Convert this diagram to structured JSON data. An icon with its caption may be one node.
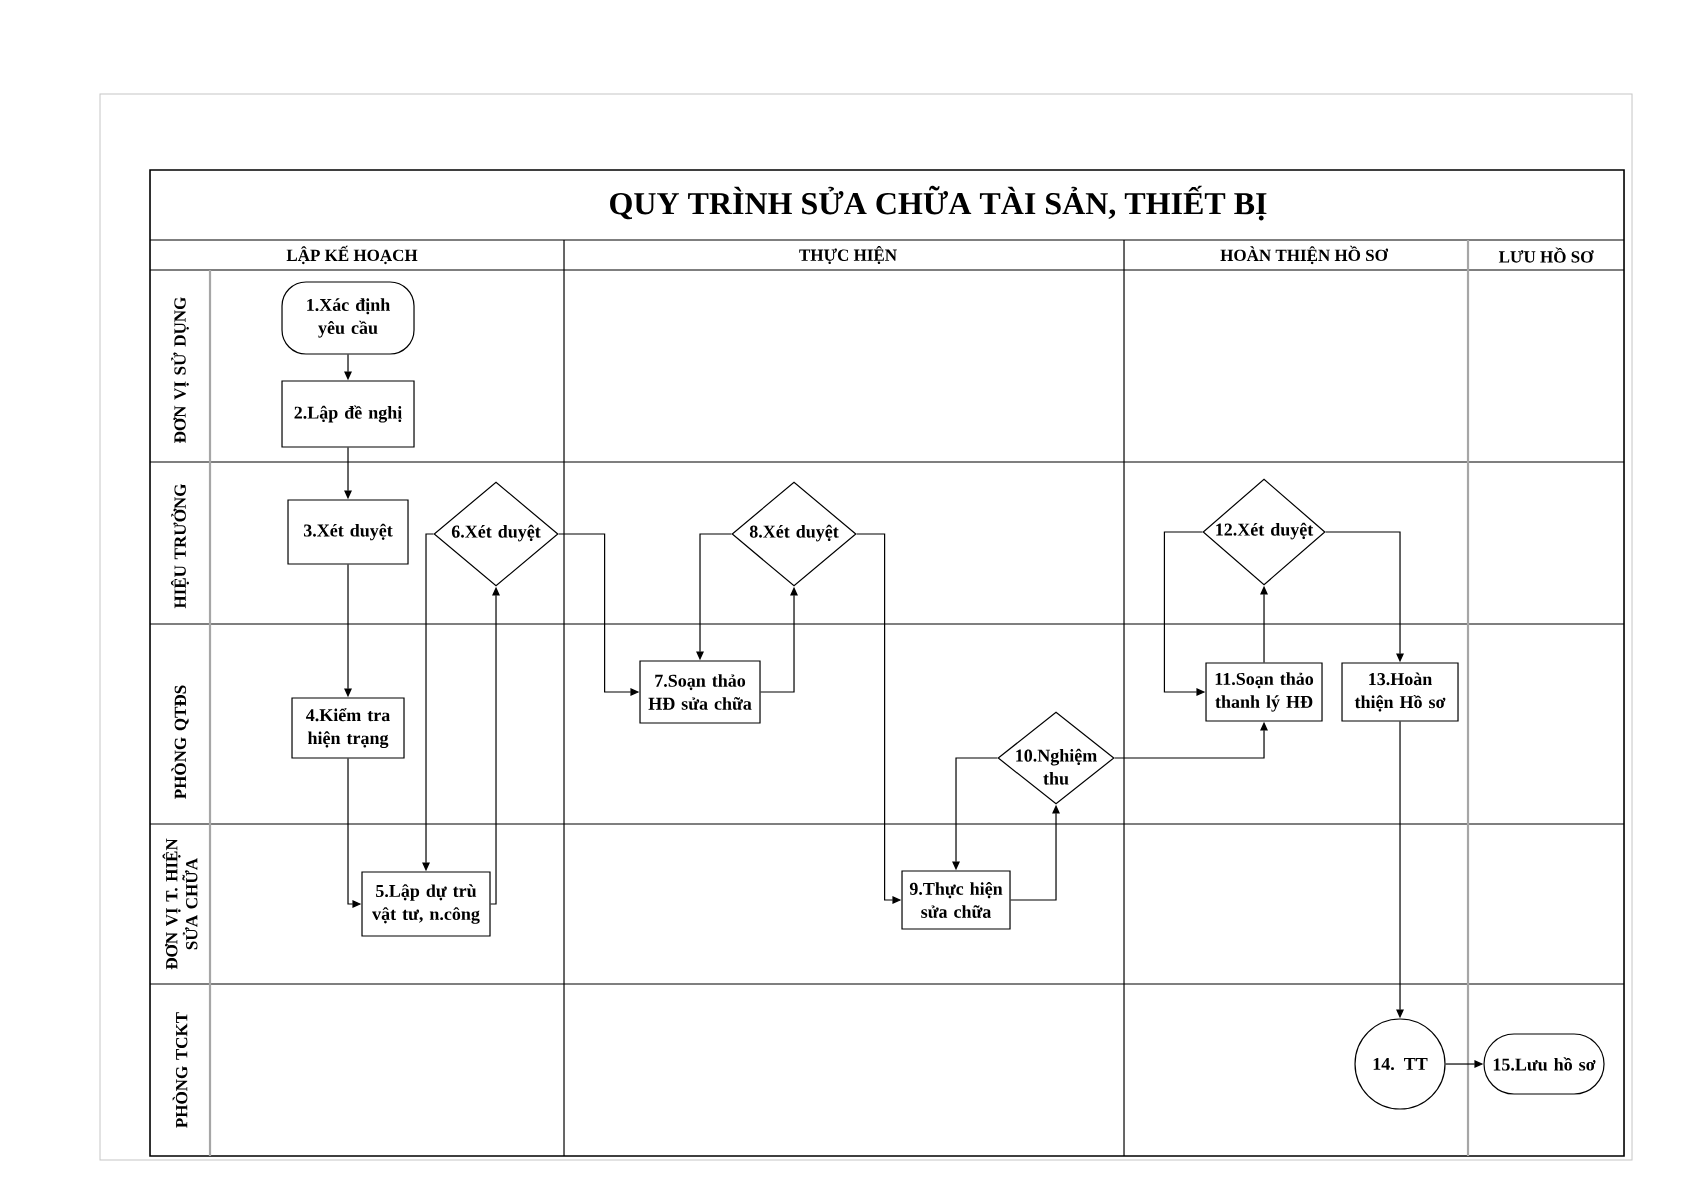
{
  "diagram": {
    "title": "QUY TRÌNH SỬA CHỮA TÀI SẢN, THIẾT BỊ",
    "nodes": [
      {
        "text": [
          "1.Xác định yêu cầu"
        ]
      },
      {
        "text": [
          "2.Lập đề nghị"
        ]
      },
      {
        "text": [
          "3.Xét duyệt"
        ]
      },
      {
        "text": [
          "6.Xét duyệt"
        ]
      },
      {
        "text": [
          "8.Xét duyệt"
        ]
      },
      {
        "text": [
          "12.Xét duyệt"
        ]
      },
      {
        "text": [
          "4.Kiểm tra hiện trạng"
        ]
      },
      {
        "text": [
          "7.Soạn thảo HĐ sửa chữa"
        ]
      },
      {
        "text": [
          "11.Soạn thảo thanh lý HĐ"
        ]
      },
      {
        "text": [
          "13.Hoàn thiện Hồ sơ"
        ]
      },
      {
        "text": [
          "10.Nghiệm thu"
        ]
      },
      {
        "text": [
          "5.Lập dự trù vật tư, n.công"
        ]
      },
      {
        "text": [
          "9.Thực hiện sửa chữa"
        ]
      },
      {
        "text": [
          "14. TT"
        ]
      },
      {
        "text": [
          "15.Lưu hồ sơ"
        ]
      }
    ],
    "edges": [
      {
        "from": 0,
        "to": 1,
        "arrow": "to"
      },
      {
        "from": 1,
        "to": 2,
        "arrow": "to"
      },
      {
        "from": 2,
        "to": 6,
        "arrow": "to"
      },
      {
        "from": 6,
        "to": 11,
        "arrow": "to"
      },
      {
        "from": 3,
        "to": 11,
        "arrow": "to"
      },
      {
        "from": 11,
        "to": 3,
        "arrow": "to"
      },
      {
        "from": 3,
        "to": 7,
        "arrow": "to"
      },
      {
        "from": 4,
        "to": 7,
        "arrow": "to"
      },
      {
        "from": 7,
        "to": 4,
        "arrow": "to"
      },
      {
        "from": 4,
        "to": 12,
        "arrow": "to"
      },
      {
        "from": 12,
        "to": 10,
        "arrow": "to"
      },
      {
        "from": 10,
        "to": 12,
        "arrow": "to"
      },
      {
        "from": 10,
        "to": 8,
        "arrow": "to"
      },
      {
        "from": 8,
        "to": 5,
        "arrow": "to"
      },
      {
        "from": 5,
        "to": 8,
        "arrow": "to"
      },
      {
        "from": 5,
        "to": 9,
        "arrow": "to"
      },
      {
        "from": 9,
        "to": 13,
        "arrow": "to"
      },
      {
        "from": 13,
        "to": 14,
        "arrow": "to"
      }
    ],
    "labels": [
      "LẬP KẾ HOẠCH",
      "THỰC HIỆN",
      "HOÀN THIỆN HỒ SƠ",
      "LƯU HỒ SƠ",
      "ĐƠN VỊ SỬ DỤNG",
      "HIỆU TRƯỞNG",
      "PHÒNG QTĐS",
      "ĐƠN VỊ T. HIỆN SỬA CHỮA",
      "PHÒNG TCKT"
    ]
  }
}
